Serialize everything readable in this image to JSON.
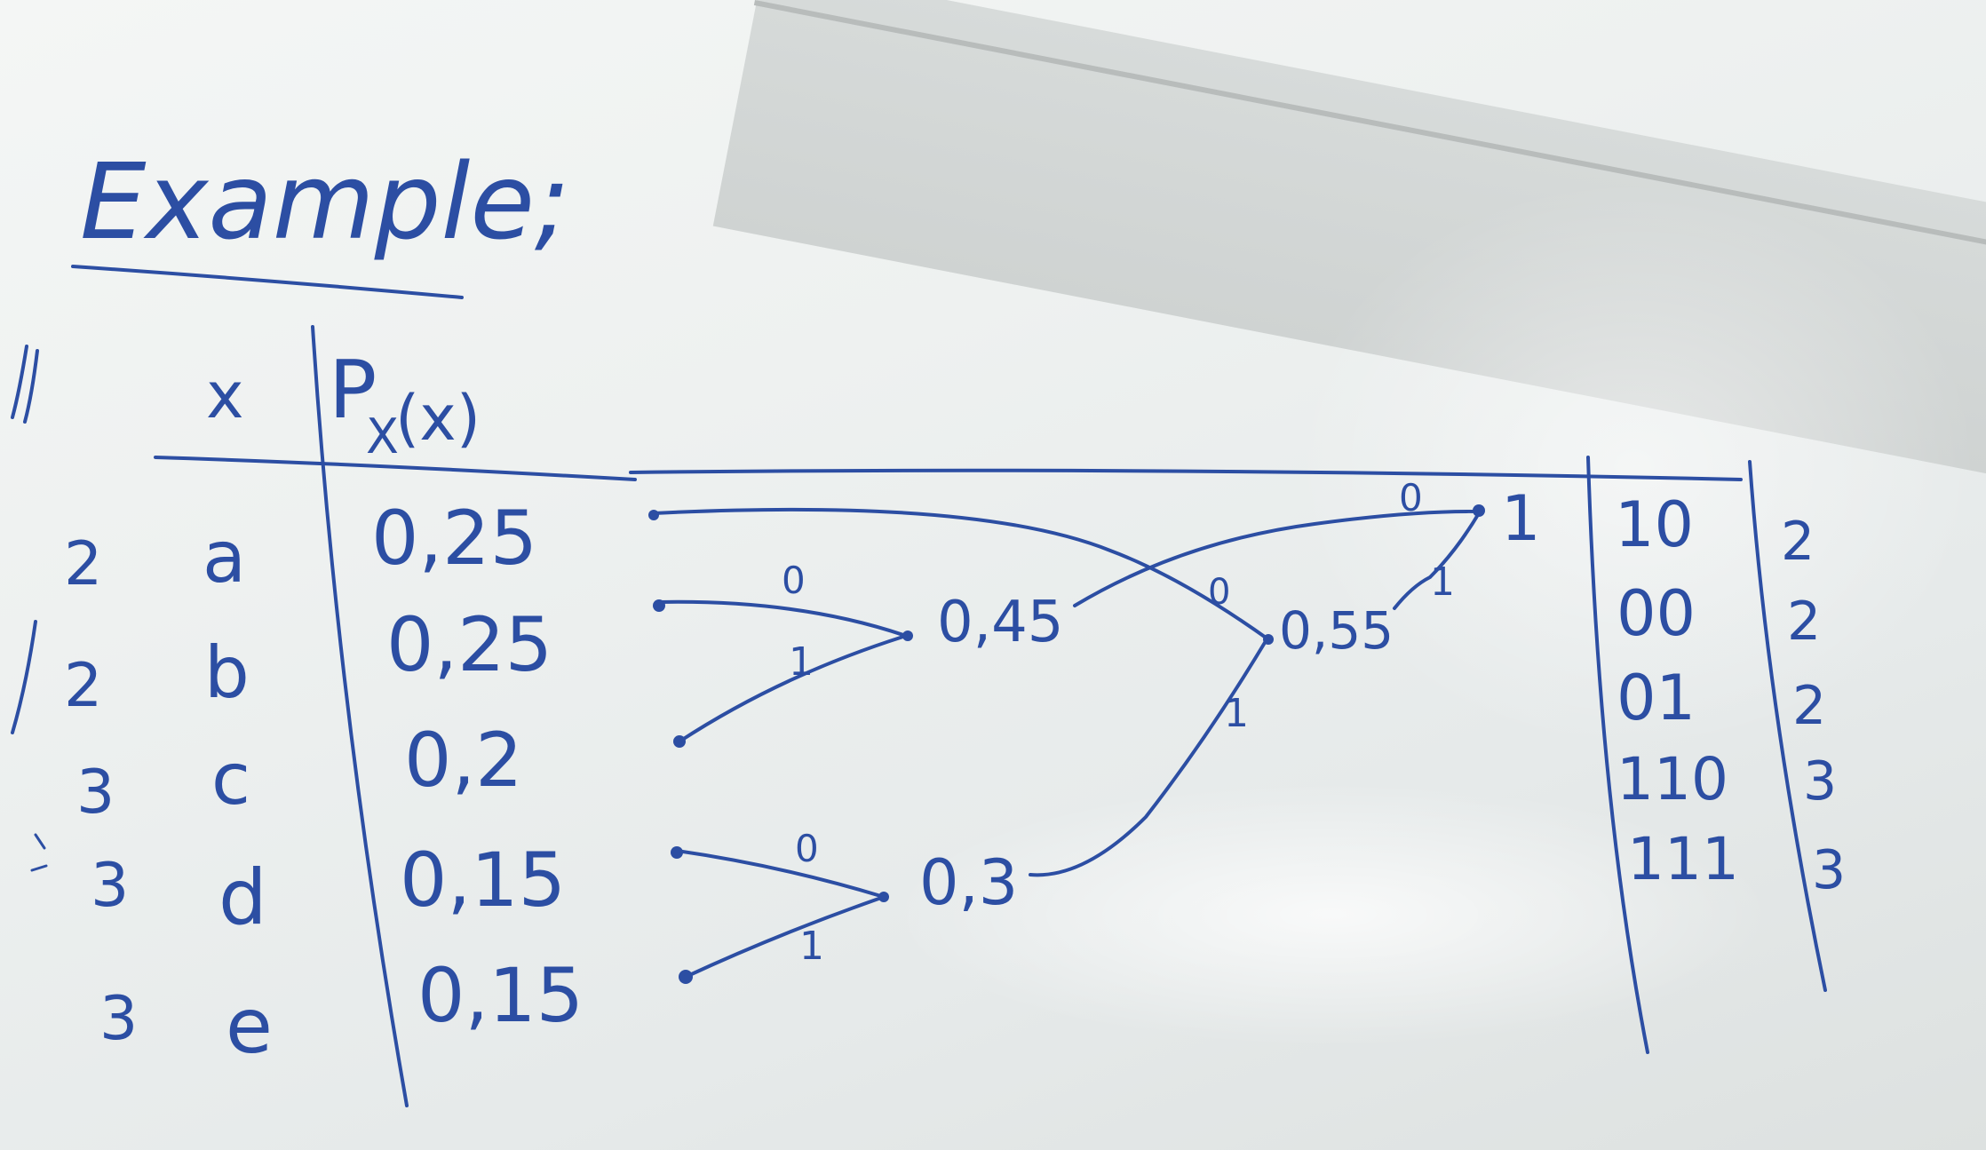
{
  "title": "Example;",
  "table": {
    "header_x": "x",
    "header_p": "P",
    "header_p_sub": "X",
    "header_p_arg": "(x)",
    "rows": [
      {
        "len": "2",
        "symbol": "a",
        "prob": "0,25",
        "code": "10",
        "code_len": "2"
      },
      {
        "len": "2",
        "symbol": "b",
        "prob": "0,25",
        "code": "00",
        "code_len": "2"
      },
      {
        "len": "3",
        "symbol": "c",
        "prob": "0,2",
        "code": "01",
        "code_len": "2"
      },
      {
        "len": "3",
        "symbol": "d",
        "prob": "0,15",
        "code": "110",
        "code_len": "3"
      },
      {
        "len": "3",
        "symbol": "e",
        "prob": "0,15",
        "code": "111",
        "code_len": "3"
      }
    ]
  },
  "tree": {
    "nodes": {
      "n045": "0,45",
      "n03": "0,3",
      "n055": "0,55",
      "root": "1"
    },
    "edge_labels": {
      "b_to_045": "0",
      "c_to_045": "1",
      "d_to_03": "0",
      "e_to_03": "1",
      "a_to_055": "0",
      "n03_to_055": "1",
      "n045_to_root": "0",
      "n055_to_root": "1"
    }
  },
  "colors": {
    "ink": "#2c4ea3",
    "board": "#eef1f0"
  }
}
